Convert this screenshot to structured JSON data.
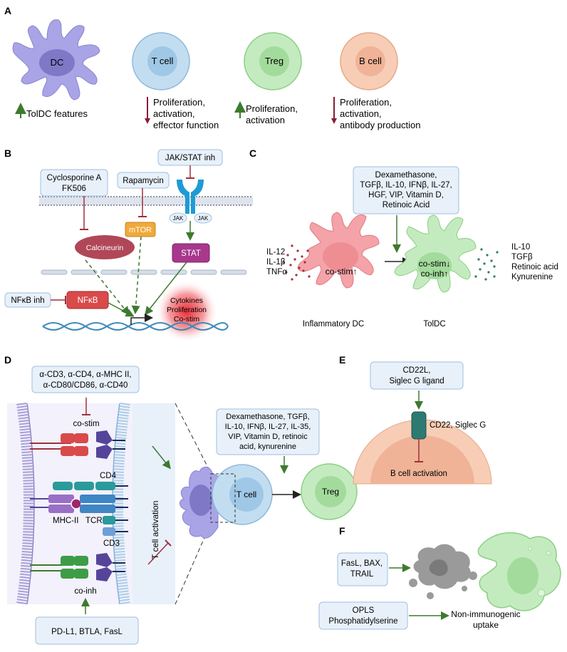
{
  "panels": {
    "a": "A",
    "b": "B",
    "c": "C",
    "d": "D",
    "e": "E",
    "f": "F"
  },
  "panel_a": {
    "cells": {
      "dc": "DC",
      "tcell": "T cell",
      "treg": "Treg",
      "bcell": "B cell"
    },
    "effects": {
      "dc": [
        "TolDC features"
      ],
      "tcell": [
        "Proliferation,",
        "activation,",
        "effector function"
      ],
      "treg": [
        "Proliferation,",
        "activation"
      ],
      "bcell": [
        "Proliferation,",
        "activation,",
        "antibody production"
      ]
    }
  },
  "panel_b": {
    "cyclosporine_box": [
      "Cyclosporine A",
      "FK506"
    ],
    "rapamycin_box": "Rapamycin",
    "jakstat_box": "JAK/STAT inh",
    "jak_left": "JAK",
    "jak_right": "JAK",
    "calcineurin": "Calcineurin",
    "mtor": "mTOR",
    "stat": "STAT",
    "nfkb_inh_box": "NFκB inh",
    "nfkb": "NFκB",
    "nucleus_text": [
      "Cytokines",
      "Proliferation",
      "Co-stim"
    ]
  },
  "panel_c": {
    "stimuli_box": [
      "Dexamethasone,",
      "TGFβ, IL-10, IFNβ, IL-27,",
      "HGF, VIP, Vitamin D,",
      "Retinoic Acid"
    ],
    "inflammatory_cytokines": [
      "IL-12",
      "IL-1β",
      "TNFα"
    ],
    "inflammatory_label": "co-stim↑",
    "inflammatory_name": "Inflammatory DC",
    "tol_label": [
      "co-stim↓",
      "co-inh↑"
    ],
    "tol_name": "TolDC",
    "tol_cytokines": [
      "IL-10",
      "TGFβ",
      "Retinoic acid",
      "Kynurenine"
    ]
  },
  "panel_d": {
    "antibody_box": [
      "α-CD3, α-CD4, α-MHC II,",
      "α-CD80/CD86, α-CD40"
    ],
    "costim": "co-stim",
    "cd4": "CD4",
    "mhc": "MHC-II",
    "tcr": "TCR",
    "cd3": "CD3",
    "coinh": "co-inh",
    "activation": "T cell activation",
    "ligand_box": "PD-L1, BTLA, FasL",
    "treg_box": [
      "Dexamethasone, TGFβ,",
      "IL-10, IFNβ, IL-27, IL-35,",
      "VIP, Vitamin D, retinoic",
      "acid, kynurenine"
    ],
    "tcell": "T cell",
    "treg": "Treg"
  },
  "panel_e": {
    "ligand_box": [
      "CD22L,",
      "Siglec G ligand"
    ],
    "receptor": "CD22, Siglec G",
    "outcome": "B cell activation"
  },
  "panel_f": {
    "apoptosis_box": [
      "FasL, BAX,",
      "TRAIL"
    ],
    "ps_box": [
      "OPLS",
      "Phosphatidylserine"
    ],
    "uptake": [
      "Non-immunogenic",
      "uptake"
    ]
  },
  "colors": {
    "dc_purple": "#a9a4e6",
    "tcell_blue": "#c3ddf0",
    "treg_green": "#c4ebbf",
    "bcell_peach": "#f7cdb6",
    "up_arrow": "#3d7a2d",
    "down_arrow": "#8a1b38",
    "box_fill": "#e8f1fa",
    "box_stroke": "#9fbfdf"
  }
}
